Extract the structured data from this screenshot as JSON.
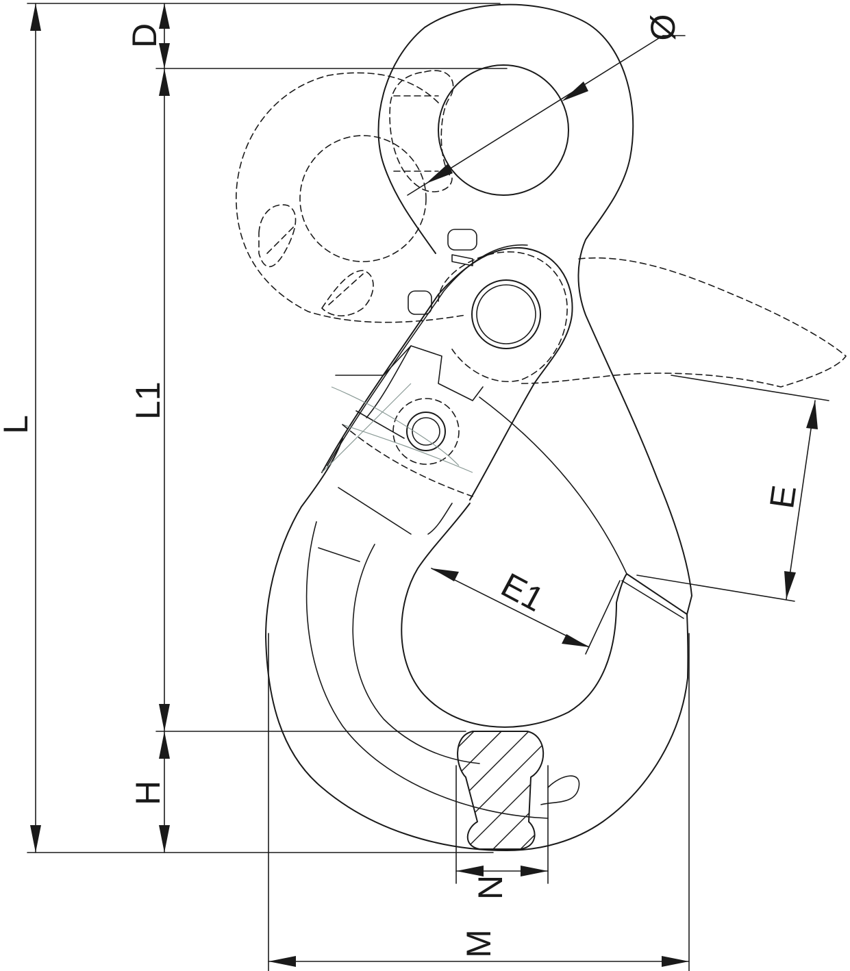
{
  "labels": {
    "L": "L",
    "D": "D",
    "L1": "L1",
    "H": "H",
    "phi": "Ø",
    "E": "E",
    "E1": "E1",
    "N": "N",
    "M": "M"
  }
}
